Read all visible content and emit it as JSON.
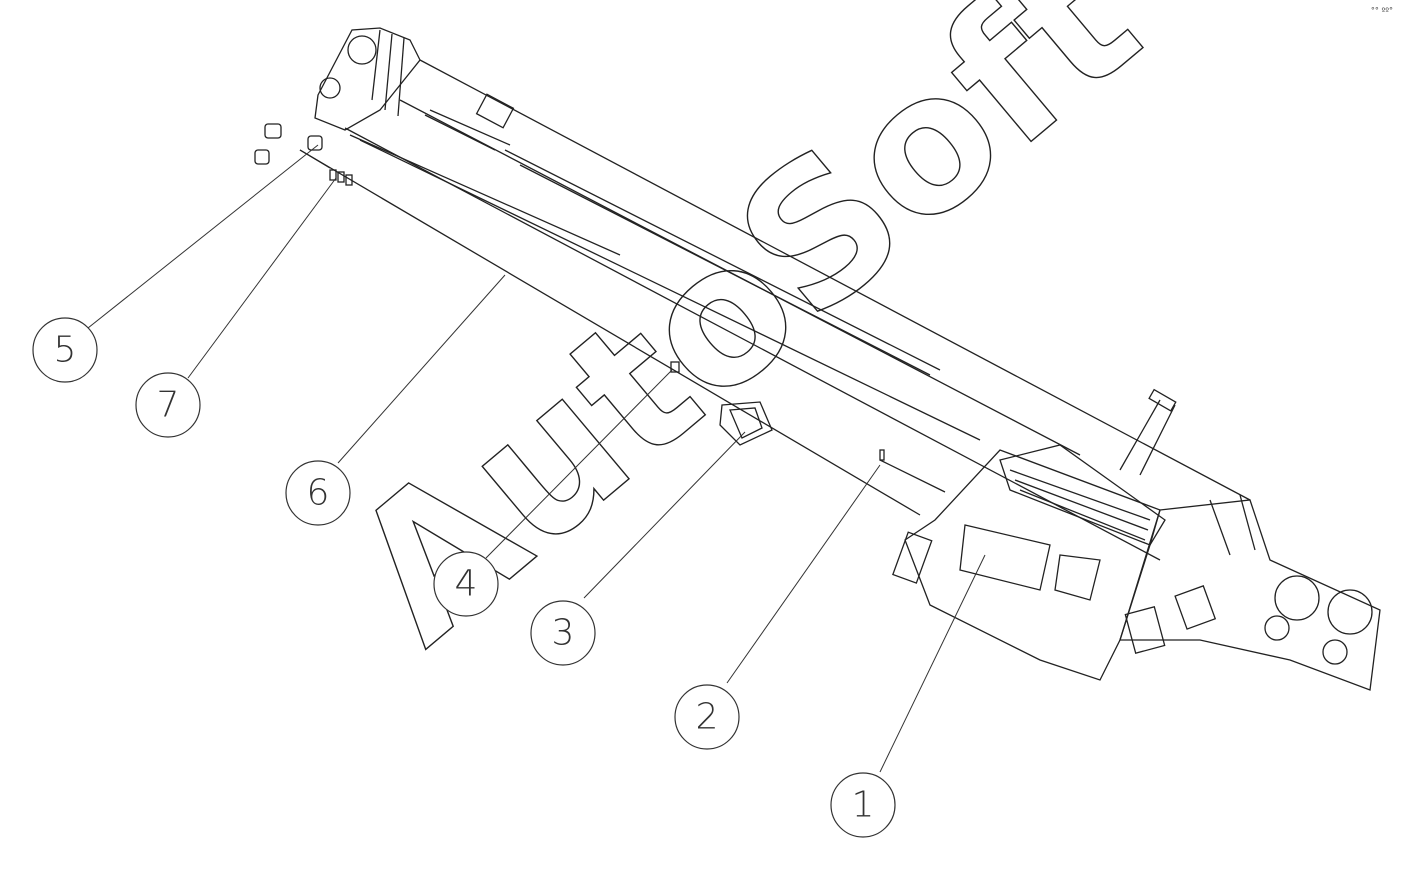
{
  "watermark": "AutoSoft",
  "corner_mark": "°° ºº°",
  "callouts": [
    {
      "id": "c1",
      "label": "1"
    },
    {
      "id": "c2",
      "label": "2"
    },
    {
      "id": "c3",
      "label": "3"
    },
    {
      "id": "c4",
      "label": "4"
    },
    {
      "id": "c5",
      "label": "5"
    },
    {
      "id": "c6",
      "label": "6"
    },
    {
      "id": "c7",
      "label": "7"
    }
  ]
}
